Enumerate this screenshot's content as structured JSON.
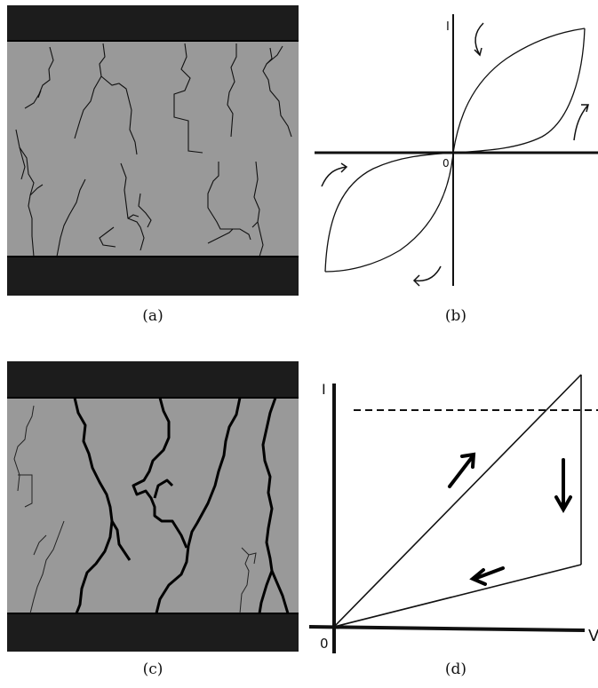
{
  "panels": {
    "a": {
      "caption": "(a)"
    },
    "b": {
      "caption": "(b)",
      "y_axis_label": "I",
      "origin_label": "0"
    },
    "c": {
      "caption": "(c)"
    },
    "d": {
      "caption": "(d)",
      "y_axis_label": "I",
      "x_axis_label": "V",
      "origin_label": "0"
    }
  },
  "colors": {
    "electrode": "#1c1c1c",
    "film": "#999999",
    "crack": "#111111",
    "curve": "#111111"
  }
}
